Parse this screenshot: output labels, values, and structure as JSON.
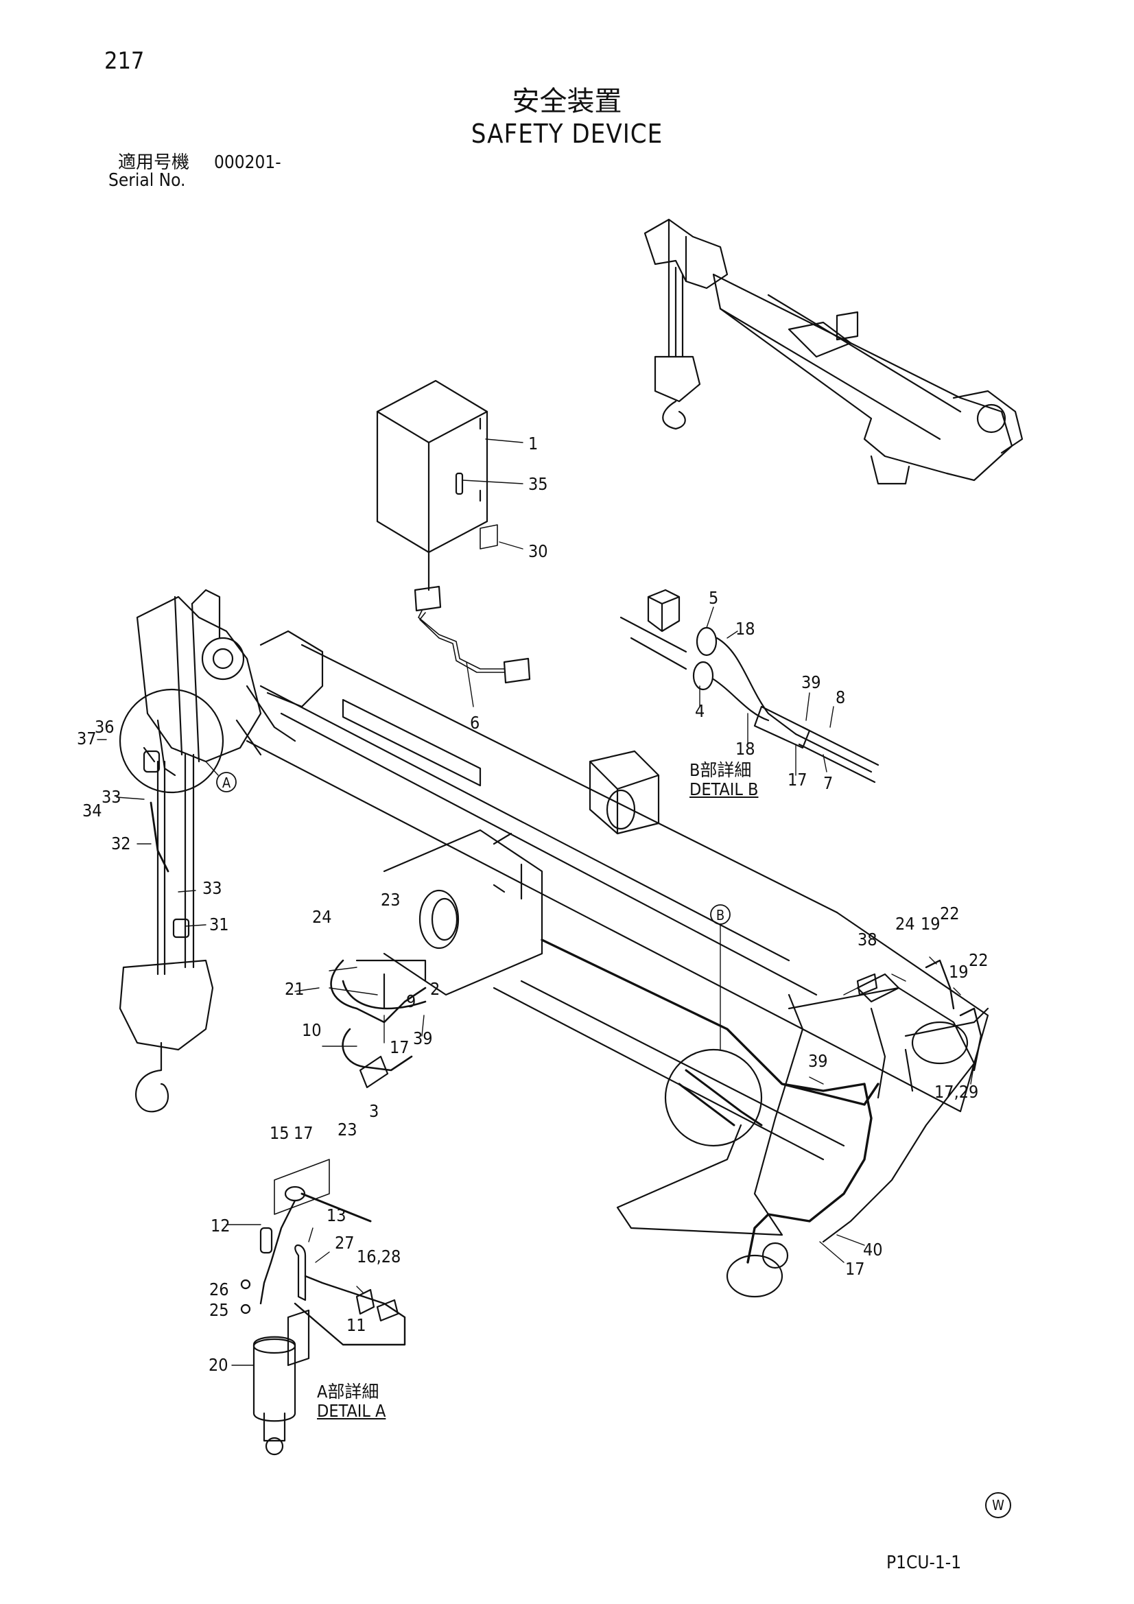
{
  "header": {
    "page_number": "217",
    "title_ja": "安全装置",
    "title_en": "SAFETY DEVICE",
    "serial_label_ja": "適用号機",
    "serial_value": "000201-",
    "serial_label_en": "Serial No."
  },
  "details": {
    "a_ja": "A部詳細",
    "a_en": "DETAIL A",
    "b_ja": "B部詳細",
    "b_en": "DETAIL B",
    "marker_a": "A",
    "marker_b": "B"
  },
  "footer": {
    "w_mark": "W",
    "doc_code": "P1CU-1-1"
  },
  "callouts": [
    "1",
    "35",
    "30",
    "6",
    "5",
    "18",
    "39",
    "8",
    "4",
    "18",
    "17",
    "7",
    "37",
    "36",
    "33",
    "34",
    "32",
    "33",
    "31",
    "24",
    "23",
    "21",
    "9",
    "2",
    "10",
    "17",
    "39",
    "3",
    "23",
    "24",
    "38",
    "19",
    "22",
    "19",
    "22",
    "39",
    "17,29",
    "40",
    "17",
    "15",
    "17",
    "12",
    "13",
    "27",
    "16,28",
    "26",
    "25",
    "11",
    "20"
  ]
}
